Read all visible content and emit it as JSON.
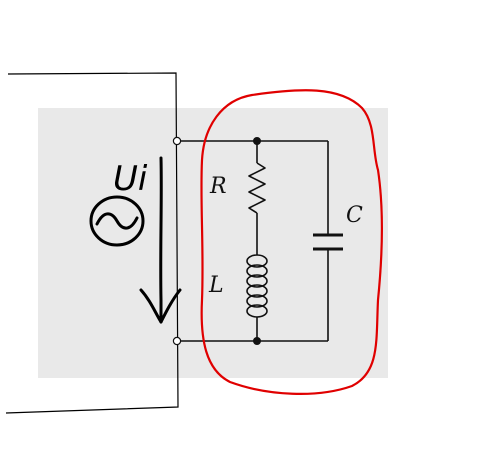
{
  "components": {
    "resistor_label": "R",
    "inductor_label": "L",
    "capacitor_label": "C"
  },
  "annotations": {
    "source_voltage_label": "Ui"
  },
  "colors": {
    "panel_background": "#e9e9e9",
    "wire": "#111111",
    "highlight_outline": "#e00000",
    "handwriting": "#000000"
  },
  "icons": {
    "source": "ac-voltage-source-icon",
    "arrow": "voltage-arrow-icon"
  }
}
